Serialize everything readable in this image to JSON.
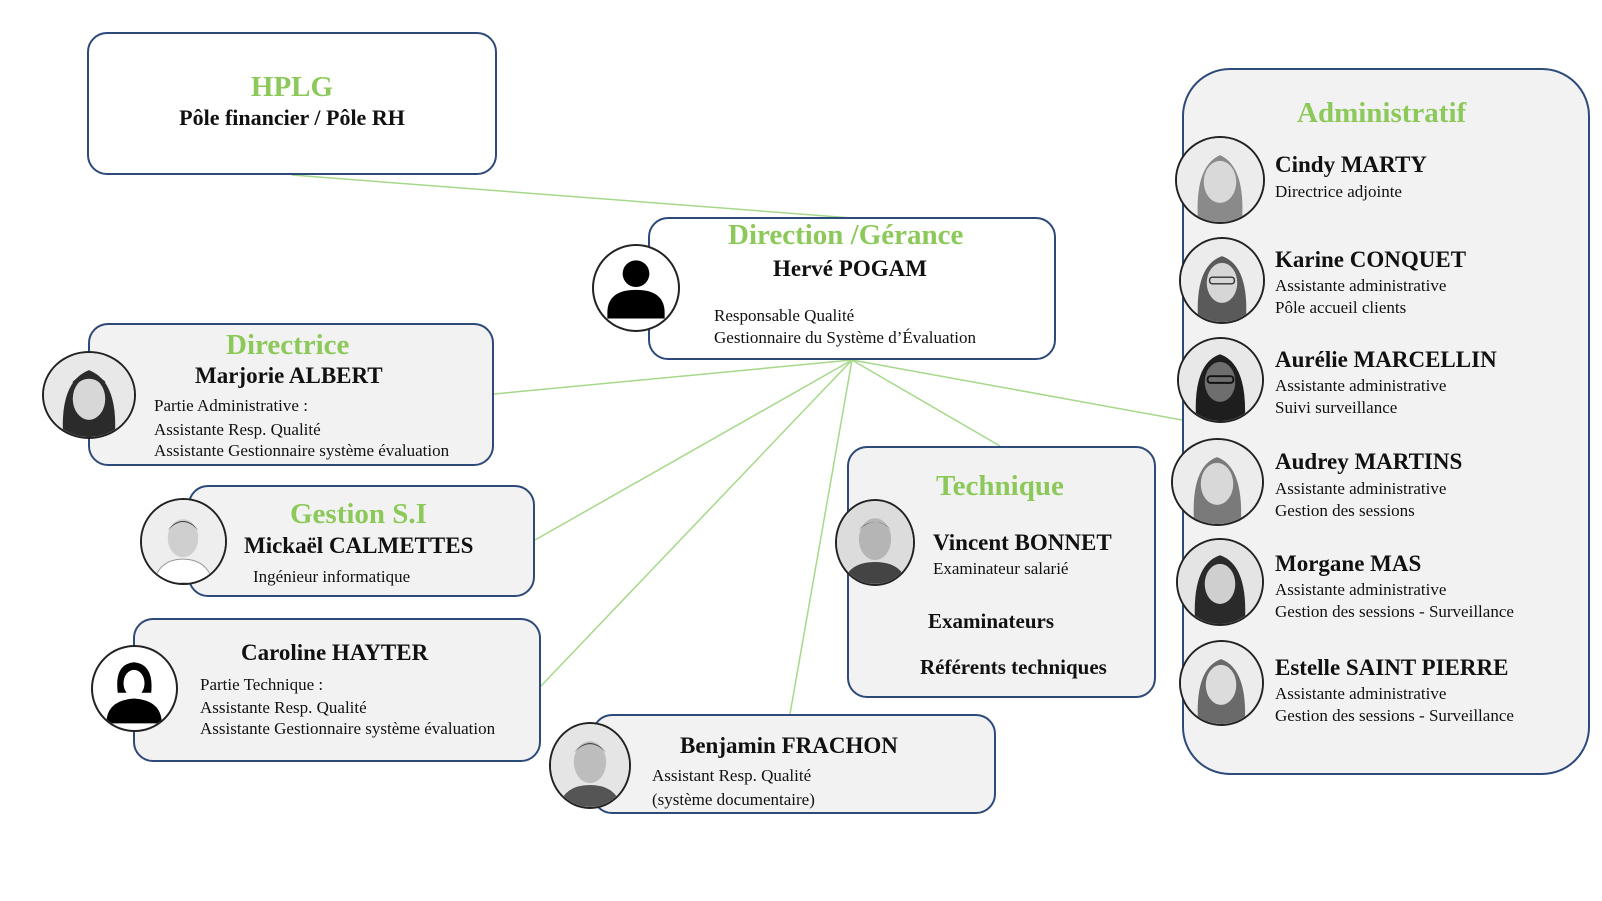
{
  "colors": {
    "title_green": "#8cc95a",
    "border_navy": "#2e4a7a",
    "connector_green": "#a6d88a",
    "box_fill": "#f2f2f2"
  },
  "hplg": {
    "title": "HPLG",
    "subtitle": "Pôle financier / Pôle RH"
  },
  "direction": {
    "title": "Direction /Gérance",
    "name": "Hervé POGAM",
    "lines": [
      "Responsable Qualité",
      "Gestionnaire du Système d’Évaluation"
    ],
    "avatar_icon": "person-silhouette-icon"
  },
  "directrice": {
    "title": "Directrice",
    "name": "Marjorie ALBERT",
    "lines": [
      "Partie Administrative :",
      "Assistante Resp. Qualité",
      "Assistante Gestionnaire système évaluation"
    ]
  },
  "gestion_si": {
    "title": "Gestion S.I",
    "name": "Mickaël CALMETTES",
    "lines": [
      "Ingénieur informatique"
    ]
  },
  "caroline": {
    "name": "Caroline HAYTER",
    "lines": [
      "Partie Technique :",
      "Assistante Resp. Qualité",
      "Assistante Gestionnaire système évaluation"
    ],
    "avatar_icon": "woman-silhouette-icon"
  },
  "benjamin": {
    "name": "Benjamin FRACHON",
    "lines": [
      "Assistant Resp. Qualité",
      "(système documentaire)"
    ]
  },
  "technique": {
    "title": "Technique",
    "name": "Vincent BONNET",
    "role": "Examinateur salarié",
    "groups": [
      "Examinateurs",
      "Référents techniques"
    ]
  },
  "administratif": {
    "title": "Administratif",
    "members": [
      {
        "name": "Cindy MARTY",
        "lines": [
          "Directrice adjointe"
        ]
      },
      {
        "name": "Karine CONQUET",
        "lines": [
          "Assistante administrative",
          "Pôle accueil clients"
        ]
      },
      {
        "name": "Aurélie MARCELLIN",
        "lines": [
          "Assistante administrative",
          "Suivi surveillance"
        ]
      },
      {
        "name": "Audrey MARTINS",
        "lines": [
          "Assistante administrative",
          "Gestion des sessions"
        ]
      },
      {
        "name": "Morgane MAS",
        "lines": [
          "Assistante administrative",
          "Gestion des sessions - Surveillance"
        ]
      },
      {
        "name": "Estelle SAINT PIERRE",
        "lines": [
          "Assistante administrative",
          "Gestion des sessions - Surveillance"
        ]
      }
    ]
  }
}
